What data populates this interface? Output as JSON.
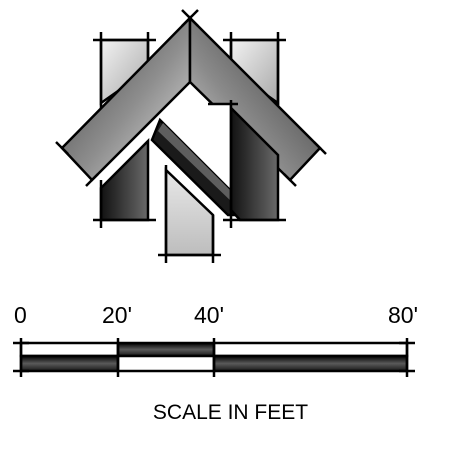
{
  "north_arrow": {
    "symbol": "north-arrow",
    "colors": {
      "outline": "#000000",
      "dark": "#2a2a2a",
      "light": "#d4d4d4",
      "fill_white": "#ffffff"
    }
  },
  "scale": {
    "tick_labels": [
      "0",
      "20'",
      "40'",
      "80'"
    ],
    "caption": "SCALE IN FEET",
    "values_in_feet": [
      0,
      20,
      40,
      80
    ]
  }
}
